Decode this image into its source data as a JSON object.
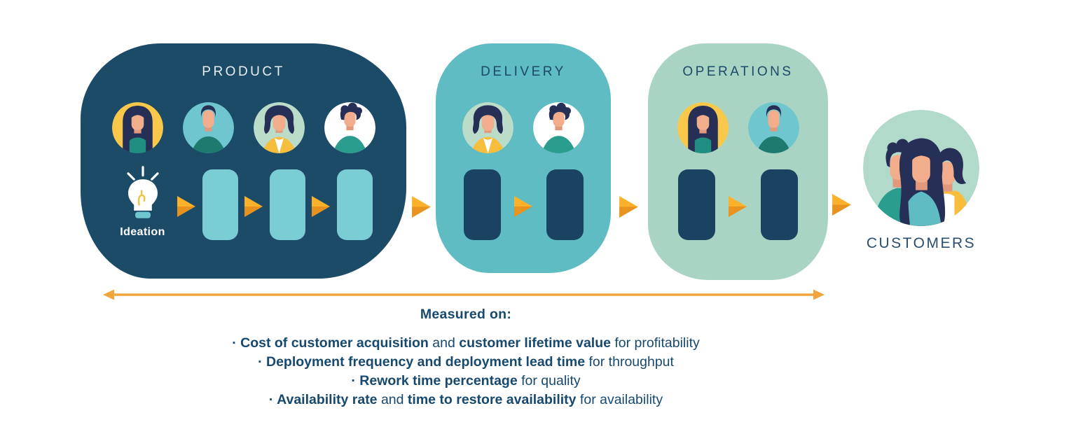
{
  "stages": [
    {
      "id": "product",
      "label": "PRODUCT",
      "avatars": [
        "woman-yellow",
        "man-teal",
        "woman-sage",
        "man-white"
      ],
      "ideation_label": "Ideation",
      "box_count": 3,
      "triangle_before_each_box": true
    },
    {
      "id": "delivery",
      "label": "DELIVERY",
      "avatars": [
        "woman-sage",
        "man-white"
      ],
      "box_count": 2,
      "triangle_before_each_box": false
    },
    {
      "id": "operations",
      "label": "OPERATIONS",
      "avatars": [
        "woman-yellow",
        "man-teal"
      ],
      "box_count": 2,
      "triangle_before_each_box": false
    }
  ],
  "customers": {
    "label": "CUSTOMERS"
  },
  "measured": {
    "heading": "Measured on:",
    "bullet_char": "·",
    "items": [
      {
        "segments": [
          {
            "text": "Cost of customer acquisition",
            "bold": true
          },
          {
            "text": " and ",
            "bold": false
          },
          {
            "text": "customer lifetime value",
            "bold": true
          },
          {
            "text": " for profitability",
            "bold": false
          }
        ]
      },
      {
        "segments": [
          {
            "text": "Deployment frequency and deployment lead time",
            "bold": true
          },
          {
            "text": " for throughput",
            "bold": false
          }
        ]
      },
      {
        "segments": [
          {
            "text": "Rework time percentage",
            "bold": true
          },
          {
            "text": " for quality",
            "bold": false
          }
        ]
      },
      {
        "segments": [
          {
            "text": "Availability rate",
            "bold": true
          },
          {
            "text": " and ",
            "bold": false
          },
          {
            "text": "time to restore availability",
            "bold": true
          },
          {
            "text": " for availability",
            "bold": false
          }
        ]
      }
    ]
  },
  "palette": {
    "navy_blob": "#1C4B68",
    "navy_box": "#1A4361",
    "teal_blob": "#5FBCC3",
    "teal_box": "#7BCDD4",
    "sage_blob": "#A9D4C4",
    "sage_circle": "#B2DACB",
    "avatar_circle_yellow": "#F9C84A",
    "avatar_circle_teal": "#6FC6CE",
    "avatar_circle_sage": "#BADCC9",
    "hair_navy": "#263056",
    "skin": "#F2AE8C",
    "shirt_dark_green": "#1E7A6F",
    "shirt_teal": "#2A9D8F",
    "jacket_yellow": "#F6BE3C",
    "step_arrow_yellow": "#FBB12C",
    "step_arrow_orange": "#E8921F",
    "span_arrow": "#F0A63C",
    "text_navy": "#17496E",
    "title_light": "#E8EFF3"
  }
}
